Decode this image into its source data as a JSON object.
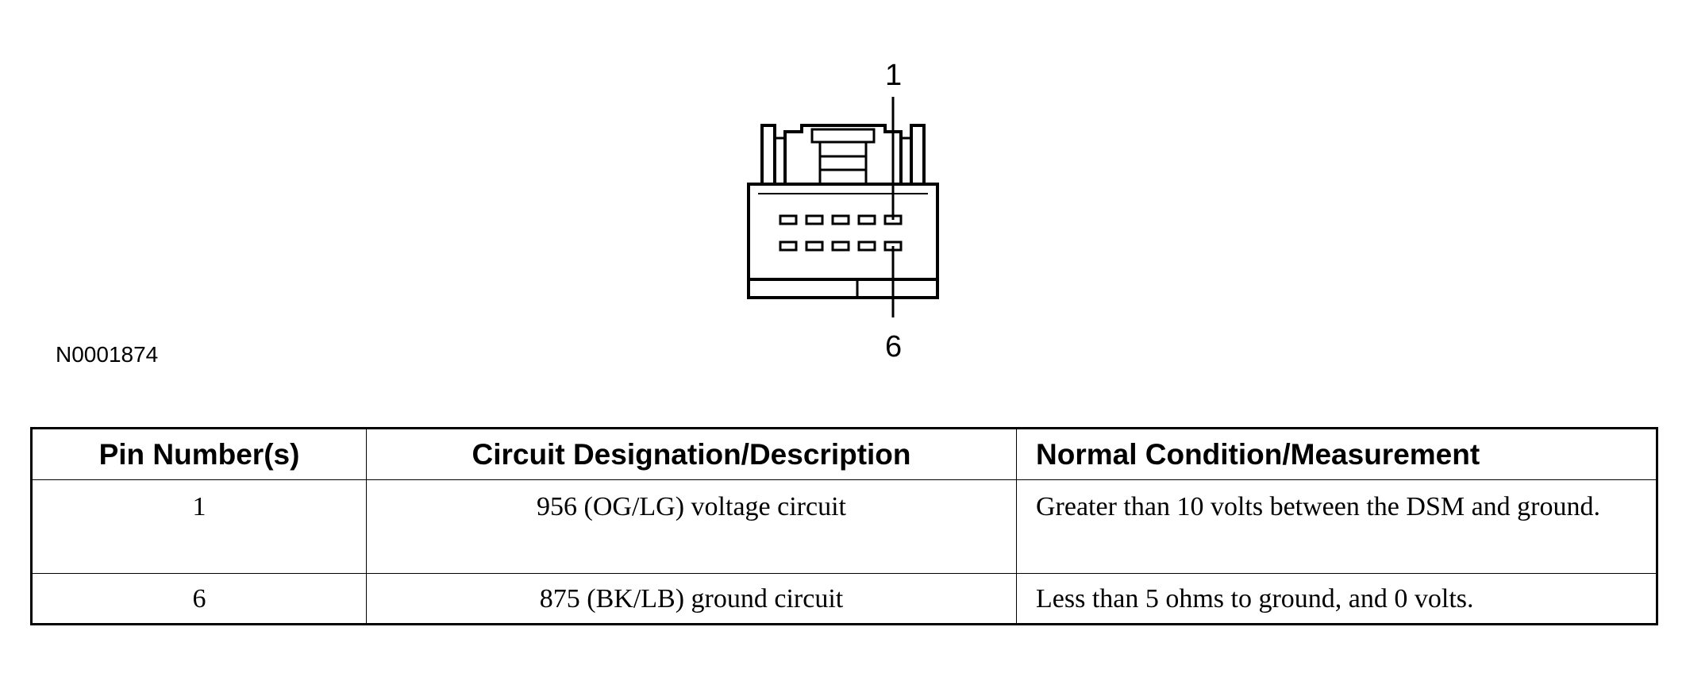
{
  "diagram": {
    "callout_top": "1",
    "callout_bottom": "6",
    "figure_id": "N0001874",
    "pin_rows": 2,
    "pin_columns": 5
  },
  "table": {
    "headers": [
      "Pin Number(s)",
      "Circuit Designation/Description",
      "Normal Condition/Measurement"
    ],
    "rows": [
      {
        "pin": "1",
        "circuit": "956 (OG/LG) voltage circuit",
        "condition": "Greater than 10 volts between the DSM and ground."
      },
      {
        "pin": "6",
        "circuit": "875 (BK/LB) ground circuit",
        "condition": "Less than 5 ohms to ground, and 0 volts."
      }
    ]
  }
}
